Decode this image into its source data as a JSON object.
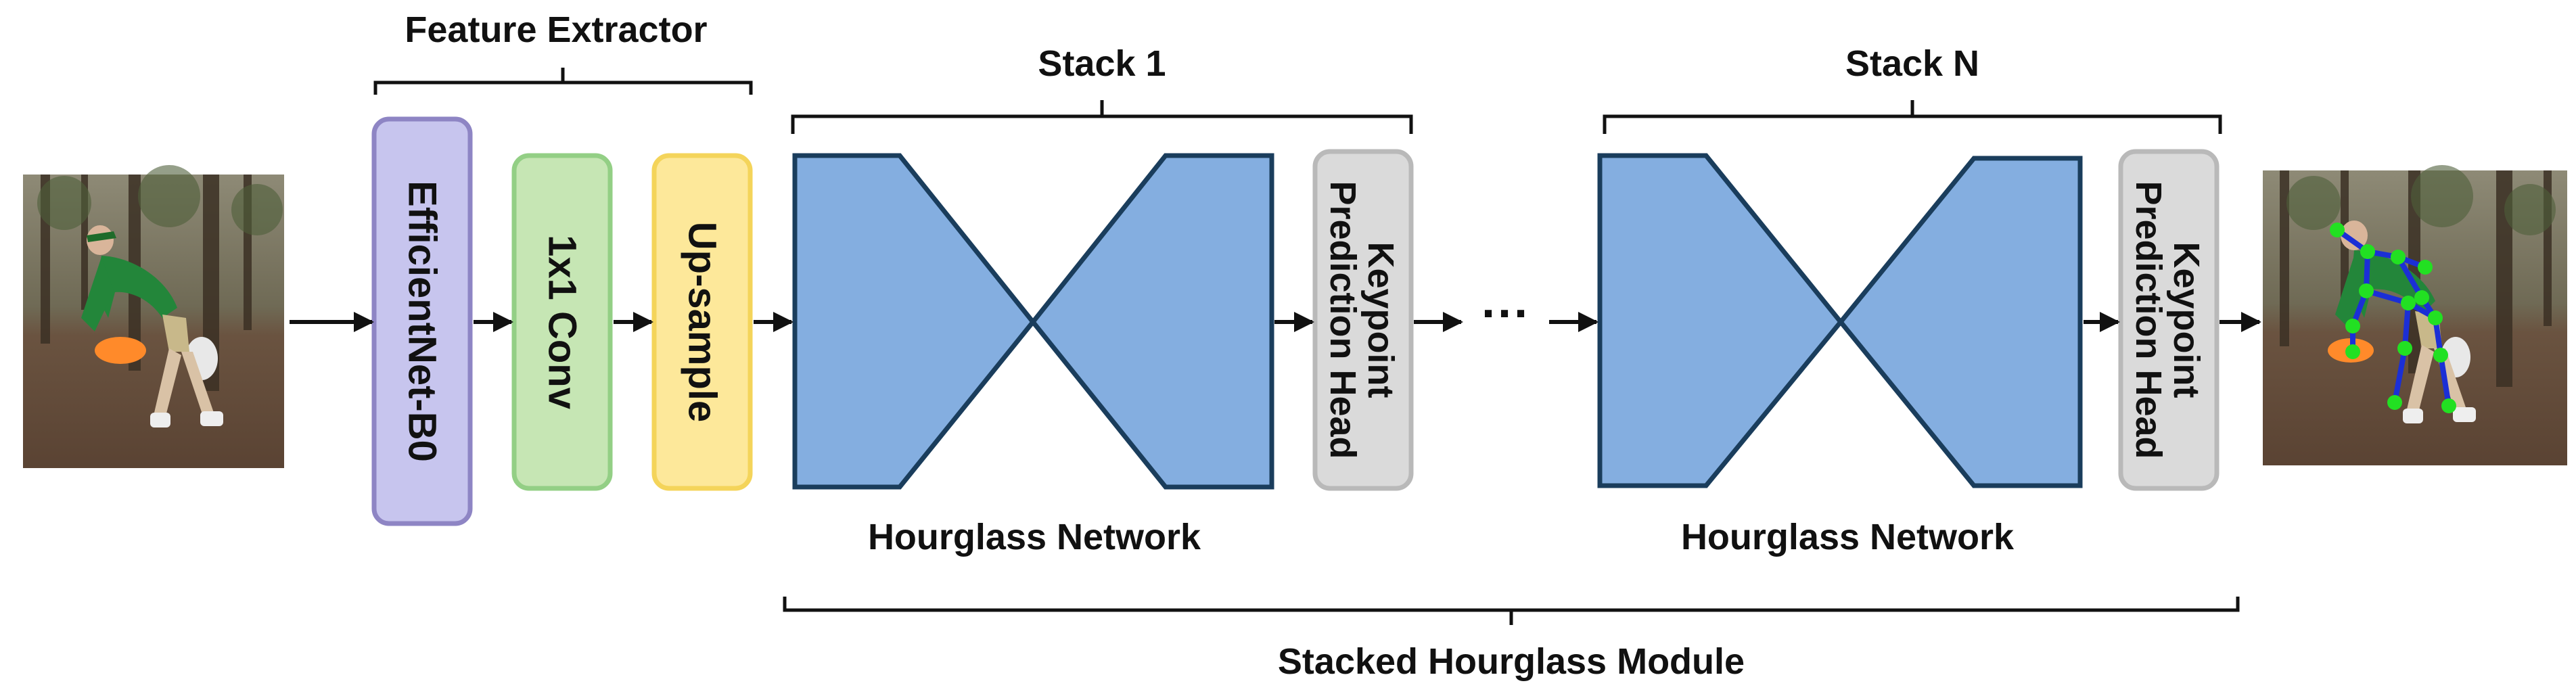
{
  "labels": {
    "feature_extractor": "Feature Extractor",
    "stack_1": "Stack 1",
    "stack_n": "Stack N",
    "efficientnet": "EfficientNet-B0",
    "conv": "1x1 Conv",
    "upsample": "Up-sample",
    "head_line1": "Keypoint",
    "head_line2": "Prediction Head",
    "hourglass_1": "Hourglass Network",
    "hourglass_n": "Hourglass Network",
    "ellipsis": "···",
    "module": "Stacked Hourglass Module"
  },
  "colors": {
    "efficientnet_fill": "#c7c5ee",
    "efficientnet_stroke": "#8e85c4",
    "conv_fill": "#c6e6b4",
    "conv_stroke": "#93cf85",
    "upsample_fill": "#fde89a",
    "upsample_stroke": "#f4d45a",
    "hourglass_fill": "#84aee0",
    "hourglass_stroke": "#1a3d5c",
    "head_fill": "#dadada",
    "head_stroke": "#b9b9b9",
    "keypoint": "#22e022",
    "skeleton": "#1b2fd6"
  }
}
